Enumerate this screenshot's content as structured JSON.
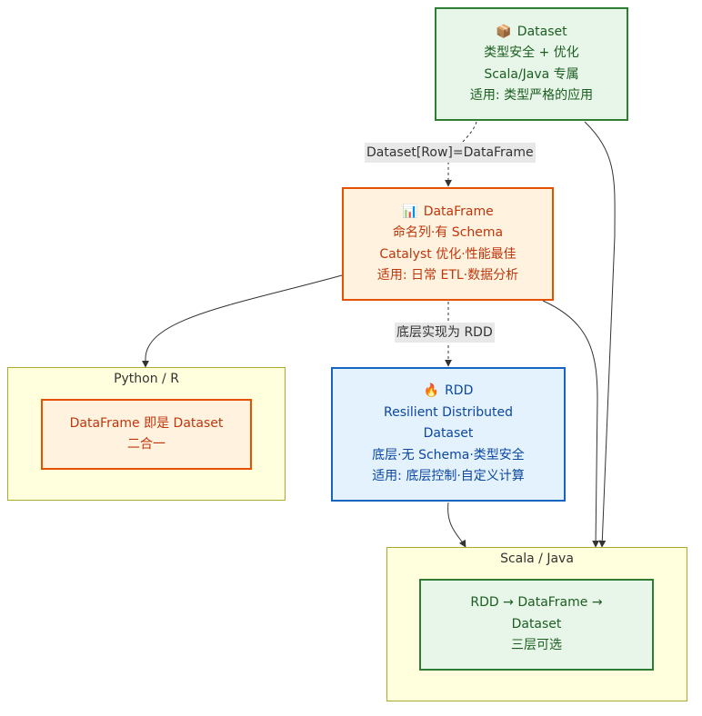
{
  "colors": {
    "dataset_fill": "#e8f5e9",
    "dataset_border": "#2e7d32",
    "dataset_text": "#1b5e20",
    "dataframe_fill": "#fff3e0",
    "dataframe_border": "#e65100",
    "dataframe_text": "#bf360c",
    "rdd_fill": "#e3f2fd",
    "rdd_border": "#1565c0",
    "rdd_text": "#0d47a1",
    "cluster_fill": "#ffffde",
    "cluster_border": "#aaaa33",
    "edge": "#333333"
  },
  "nodes": {
    "dataset": {
      "icon": "package-icon",
      "icon_glyph": "📦",
      "title": "Dataset",
      "line1": "类型安全 + 优化",
      "line2": "Scala/Java 专属",
      "line3": "适用: 类型严格的应用"
    },
    "dataframe": {
      "icon": "bar-chart-icon",
      "icon_glyph": "📊",
      "title": "DataFrame",
      "line1": "命名列·有 Schema",
      "line2": "Catalyst 优化·性能最佳",
      "line3": "适用: 日常 ETL·数据分析"
    },
    "rdd": {
      "icon": "fire-icon",
      "icon_glyph": "🔥",
      "title": "RDD",
      "line1": "Resilient Distributed",
      "line2": "Dataset",
      "line3": "底层·无 Schema·类型安全",
      "line4": "适用: 底层控制·自定义计算"
    }
  },
  "clusters": {
    "python": {
      "title": "Python / R",
      "inner_line1": "DataFrame 即是 Dataset",
      "inner_line2": "二合一"
    },
    "scala": {
      "title": "Scala / Java",
      "inner_line1": "RDD → DataFrame →",
      "inner_line2": "Dataset",
      "inner_line3": "三层可选"
    }
  },
  "edge_labels": {
    "dataset_to_dataframe": "Dataset[Row]=DataFrame",
    "dataframe_to_rdd": "底层实现为 RDD"
  }
}
